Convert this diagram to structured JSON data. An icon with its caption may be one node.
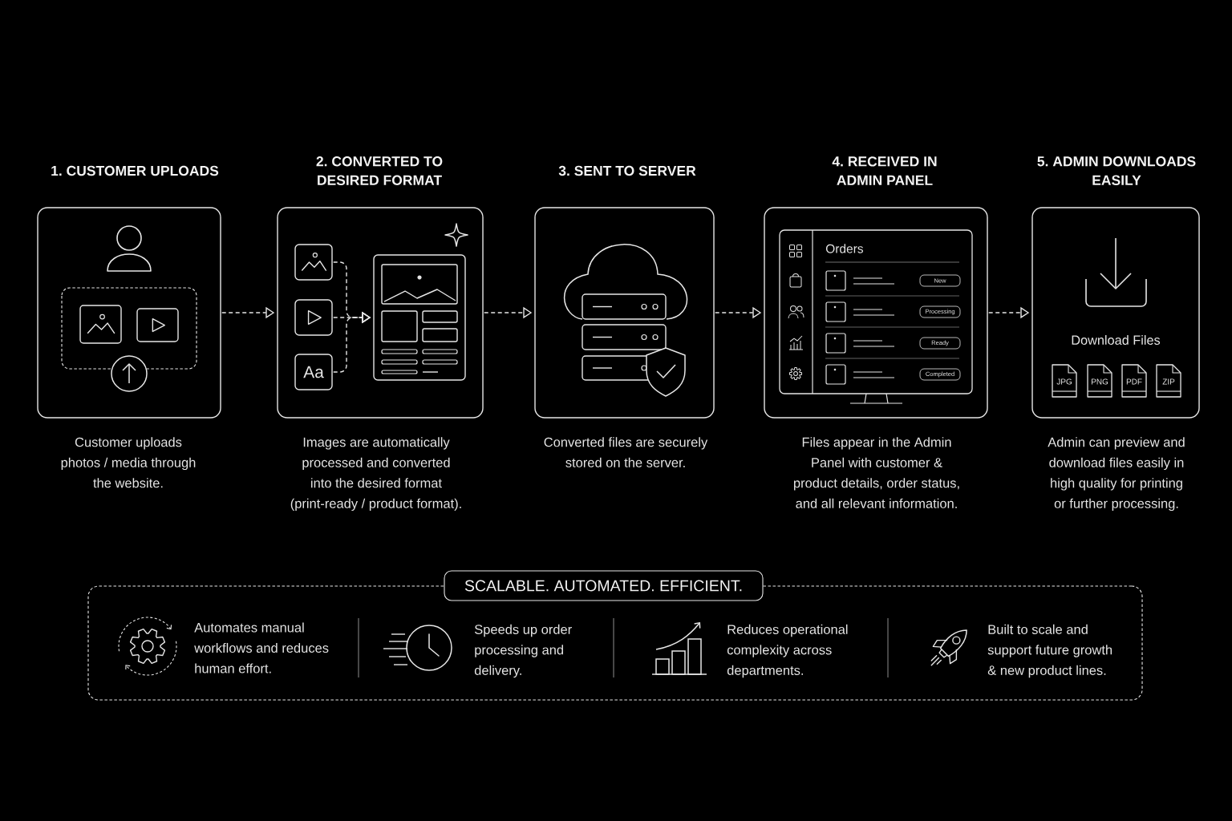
{
  "diagram": {
    "nodes": [
      {
        "text": [
          "1. CUSTOMER UPLOADS"
        ],
        "beside": [
          "Customer uploads photos / media through the website."
        ]
      },
      {
        "text": [
          "2. CONVERTED TO DESIRED FORMAT"
        ],
        "beside": [
          "Images are automatically processed and converted into the desired format (print-ready / product format)."
        ]
      },
      {
        "text": [],
        "shape": "box",
        "in": 1
      },
      {
        "text": [],
        "shape": "box",
        "in": 1
      },
      {
        "text": [
          "Aa"
        ],
        "in": 1
      },
      {
        "text": [],
        "shape": "box",
        "in": 1
      },
      {
        "text": [
          "3. SENT TO SERVER"
        ],
        "beside": [
          "Converted files are securely stored on the server."
        ]
      },
      {
        "text": [
          "4. RECEIVED IN ADMIN PANEL"
        ],
        "beside": [
          "Files appear in the Admin Panel with customer & product details, order status, and all relevant information."
        ]
      },
      {
        "text": [
          "Orders"
        ],
        "in": 7
      },
      {
        "text": [
          "New"
        ],
        "in": 8
      },
      {
        "text": [
          "Processing"
        ],
        "in": 8
      },
      {
        "text": [
          "Ready"
        ],
        "in": 8
      },
      {
        "text": [
          "Completed"
        ],
        "in": 8
      },
      {
        "text": [
          "5. ADMIN DOWNLOADS EASILY",
          "Download Files"
        ],
        "beside": [
          "Admin can preview and download files easily in high quality for printing or further processing."
        ]
      },
      {
        "text": [
          "JPG"
        ],
        "in": 13
      },
      {
        "text": [
          "PNG"
        ],
        "in": 13
      },
      {
        "text": [
          "PDF"
        ],
        "in": 13
      },
      {
        "text": [
          "ZIP"
        ],
        "in": 13
      },
      {
        "text": [
          "SCALABLE. AUTOMATED. EFFICIENT."
        ]
      },
      {
        "text": [
          "Automates manual workflows and reduces human effort.",
          "Speeds up order processing and delivery.",
          "Reduces operational complexity across departments.",
          "Built to scale and support future growth & new product lines."
        ]
      }
    ],
    "edges": [
      {
        "from": 0,
        "to": 1,
        "arrow": "to",
        "style": "dashed"
      },
      {
        "from": 1,
        "to": 6,
        "arrow": "to",
        "style": "dashed"
      },
      {
        "from": 6,
        "to": 7,
        "arrow": "to",
        "style": "dashed"
      },
      {
        "from": 7,
        "to": 13,
        "arrow": "to",
        "style": "dashed"
      },
      {
        "from": 2,
        "to": 5,
        "arrow": "to",
        "style": "dashed"
      },
      {
        "from": 3,
        "to": 5,
        "arrow": "to",
        "style": "dashed"
      },
      {
        "from": 4,
        "to": 5,
        "arrow": "to",
        "style": "dashed"
      }
    ]
  }
}
